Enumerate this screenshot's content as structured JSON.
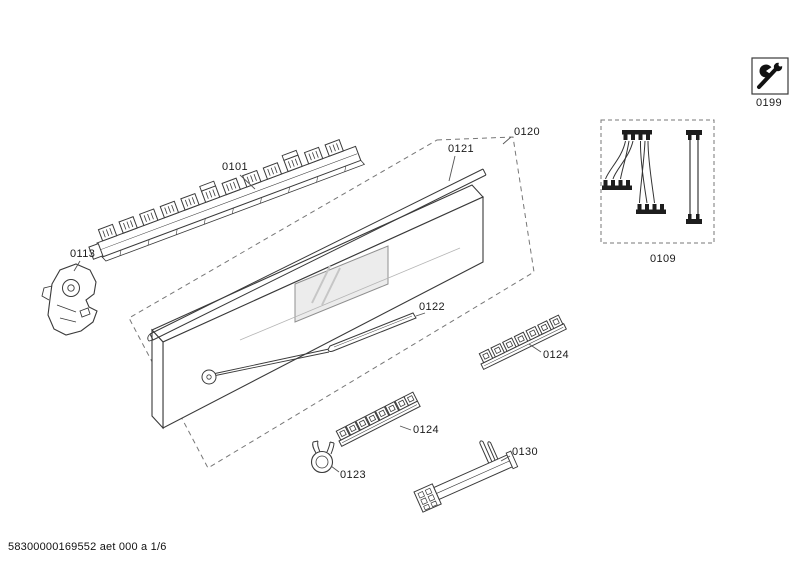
{
  "document": {
    "footer_code": "58300000169552 aet 000 a 1/6"
  },
  "part_labels": {
    "p0101": "0101",
    "p0109": "0109",
    "p0113": "0113",
    "p0120": "0120",
    "p0121": "0121",
    "p0122": "0122",
    "p0123": "0123",
    "p0124_right": "0124",
    "p0124_center": "0124",
    "p0130": "0130",
    "p0199": "0199"
  }
}
